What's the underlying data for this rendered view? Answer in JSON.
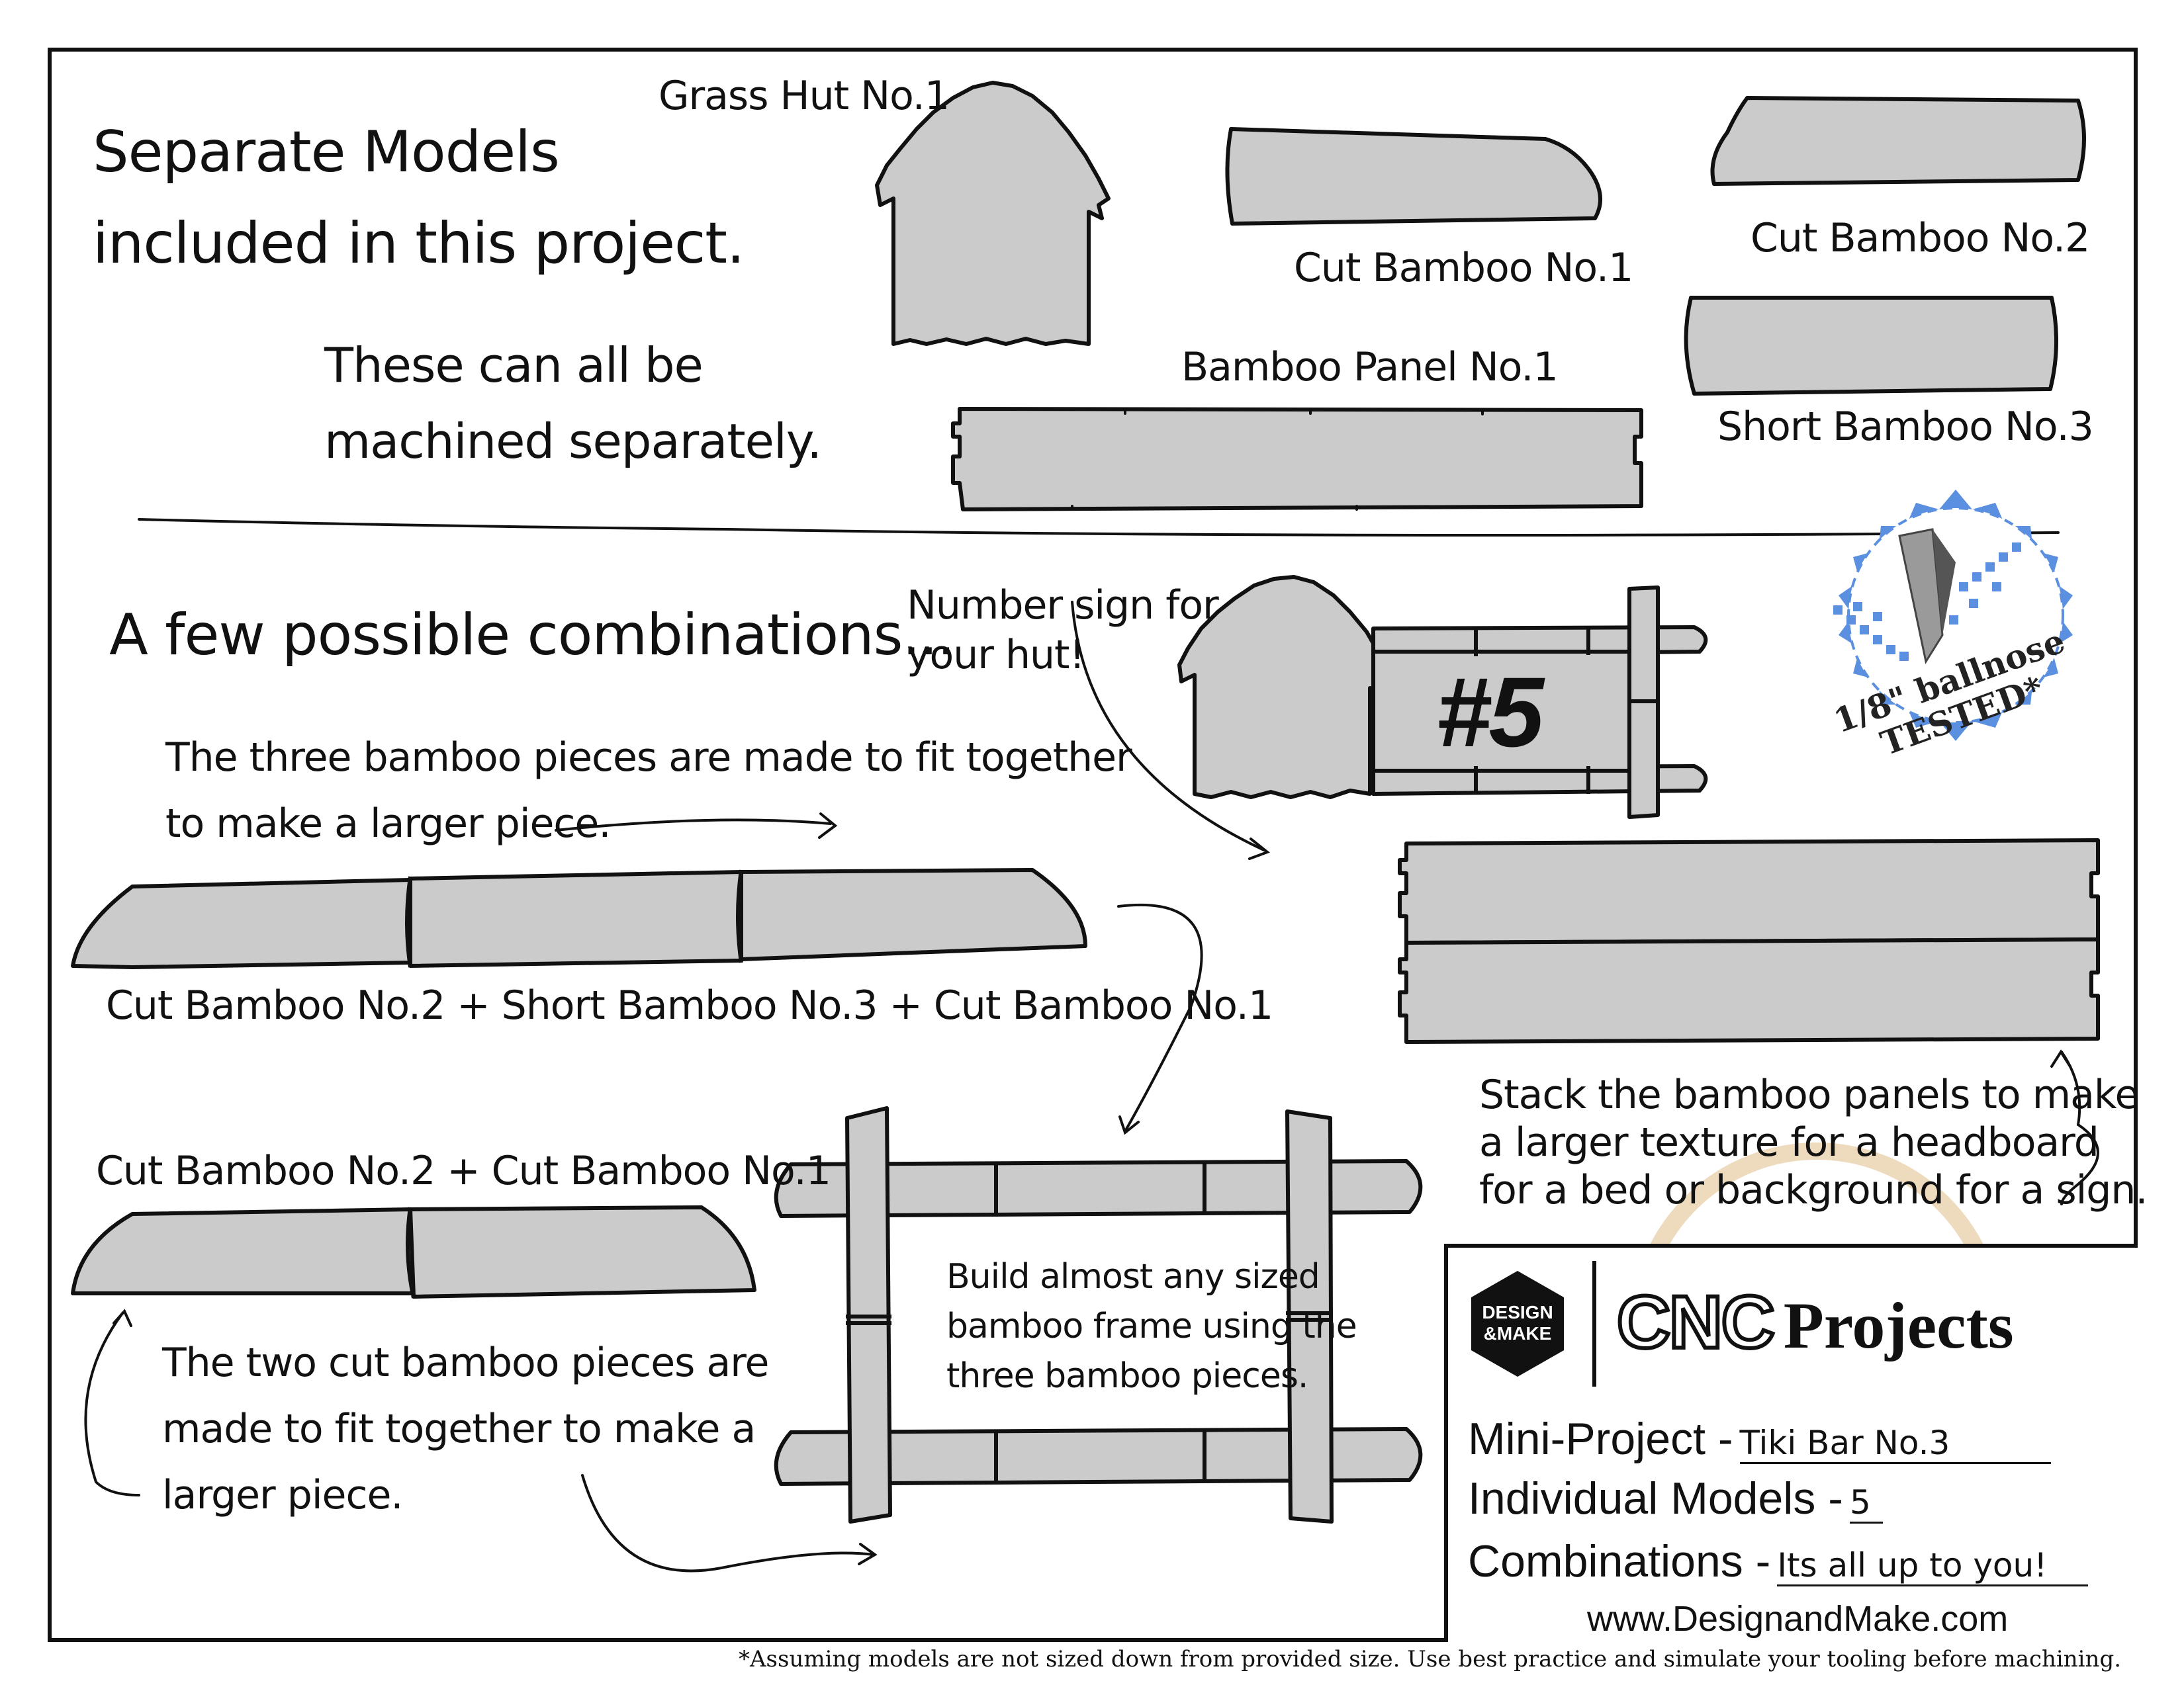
{
  "header": {
    "title_line1": "Separate Models",
    "title_line2": "included in this project.",
    "note_line1": "These can all be",
    "note_line2": "machined separately."
  },
  "models": {
    "grass_hut": "Grass Hut No.1",
    "cut_bamboo_1": "Cut Bamboo No.1",
    "cut_bamboo_2": "Cut Bamboo No.2",
    "bamboo_panel_1": "Bamboo Panel No.1",
    "short_bamboo_3": "Short Bamboo No.3"
  },
  "combinations": {
    "heading": "A few possible combinations...",
    "sign_note_line1": "Number sign for",
    "sign_note_line2": "your hut!",
    "sign_number": "#5",
    "three_piece_line1": "The three bamboo pieces are made to fit together",
    "three_piece_line2": "to make a larger piece.",
    "three_piece_caption": "Cut Bamboo No.2 + Short Bamboo No.3 + Cut Bamboo No.1",
    "two_piece_caption": "Cut Bamboo No.2  +  Cut Bamboo No.1",
    "two_piece_line1": "The two cut bamboo pieces are",
    "two_piece_line2": "made to fit together to make a",
    "two_piece_line3": "larger piece.",
    "frame_line1": "Build almost any sized",
    "frame_line2": "bamboo frame using the",
    "frame_line3": "three bamboo pieces.",
    "stack_line1": "Stack the bamboo panels to make",
    "stack_line2": "a larger texture for a headboard",
    "stack_line3": "for a bed or background for a sign."
  },
  "badge": {
    "line1": "1/8\" ballnose",
    "line2": "TESTED*"
  },
  "info": {
    "logo_top": "DESIGN",
    "logo_bottom": "&MAKE",
    "brand_cnc": "CNC",
    "brand_projects": "Projects",
    "mini_project_label": "Mini-Project -",
    "mini_project_value": "Tiki Bar No.3",
    "individual_label": "Individual Models -",
    "individual_value": "5",
    "combinations_label": "Combinations -",
    "combinations_value": "Its all up to you!",
    "website": "www.DesignandMake.com"
  },
  "footnote": "*Assuming models are not sized down from provided size. Use best practice and simulate your tooling before machining.",
  "colors": {
    "piece_fill": "#cbcbcb",
    "outline": "#111111",
    "badge_blue": "#5b8fe0",
    "stain": "#e8cfa8"
  }
}
